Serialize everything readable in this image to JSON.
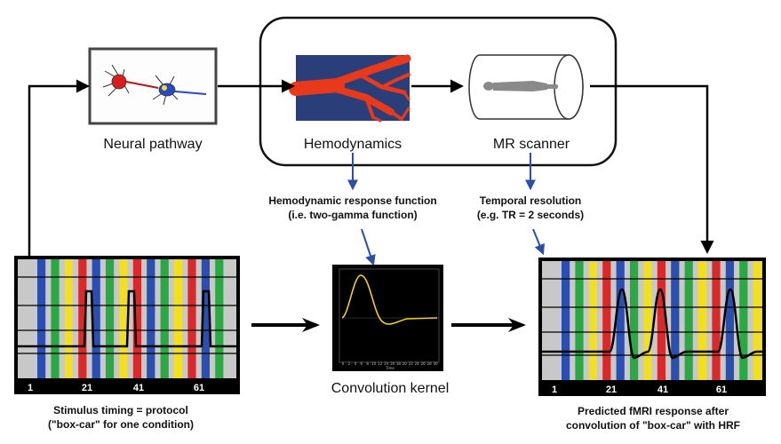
{
  "labels": {
    "neural_pathway": "Neural pathway",
    "hemodynamics": "Hemodynamics",
    "mr_scanner": "MR scanner",
    "hrf_line1": "Hemodynamic response function",
    "hrf_line2": "(i.e. two-gamma function)",
    "temporal_line1": "Temporal resolution",
    "temporal_line2": "(e.g. TR = 2 seconds)",
    "convolution_kernel": "Convolution kernel",
    "stimulus_line1": "Stimulus timing = protocol",
    "stimulus_line2": "(\"box-car\" for one condition)",
    "predicted_line1": "Predicted fMRI response after",
    "predicted_line2": "convolution of \"box-car\" with HRF"
  },
  "stimulus_panel": {
    "ticks": [
      "1",
      "21",
      "41",
      "61"
    ],
    "stripe_colors": [
      "#2a4fb0",
      "#2aa844",
      "#f2e020",
      "#d82a2a"
    ],
    "background_color": "#c8c8c8",
    "blocks": [
      21,
      41,
      61
    ]
  },
  "predicted_panel": {
    "ticks": [
      "1",
      "21",
      "41",
      "61"
    ],
    "blocks": [
      21,
      41,
      61
    ]
  },
  "kernel_panel": {
    "axis_ticks": [
      "0",
      "2",
      "4",
      "6",
      "8",
      "10",
      "12",
      "14",
      "16",
      "18",
      "20",
      "22",
      "24",
      "26",
      "28",
      "30"
    ],
    "axis_label": "Time",
    "curve_color": "#f0d020"
  },
  "colors": {
    "connector": "#000000",
    "annotation_arrow": "#2b4fa8",
    "vessel": "#e83a1a",
    "vessel_background": "#2a3f7a",
    "neuron_red": "#d81e1e",
    "neuron_blue": "#2a48c0"
  },
  "icons": [
    "neuron-icon",
    "blood-vessel-icon",
    "mri-scanner-icon"
  ]
}
